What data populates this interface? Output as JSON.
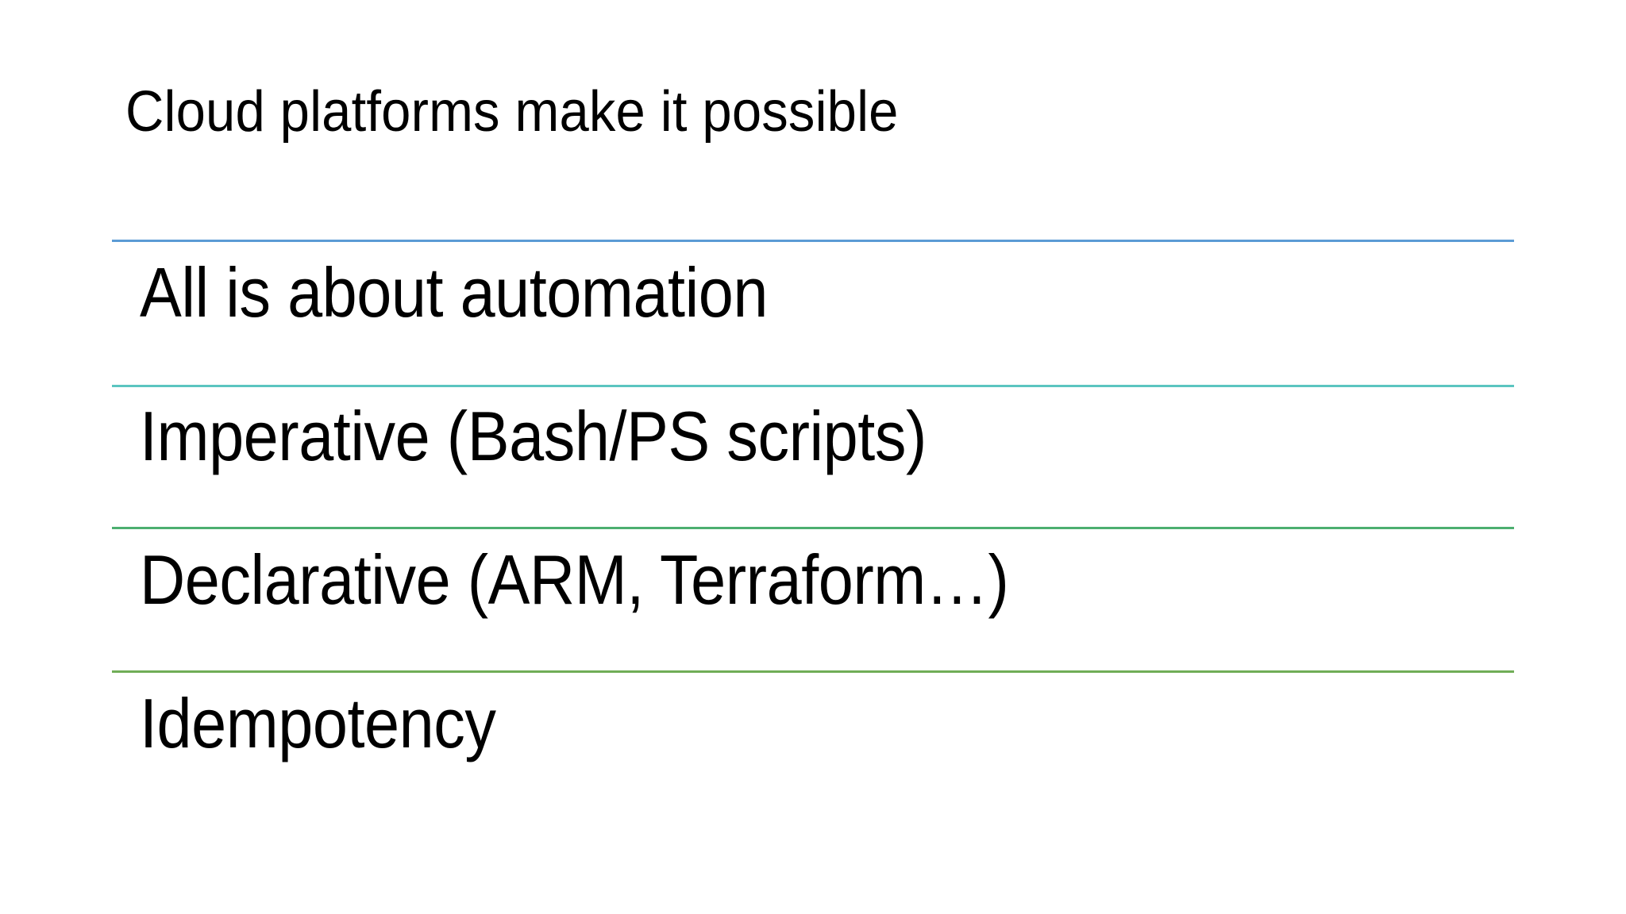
{
  "slide": {
    "background_color": "#FFFFFF",
    "title": "Cloud platforms make it possible",
    "body_items": [
      {
        "label": "All is about automation"
      },
      {
        "label": "Imperative (Bash/PS scripts)"
      },
      {
        "label": "Declarative (ARM, Terraform…)"
      },
      {
        "label": "Idempotency"
      }
    ],
    "dividers": [
      {
        "name": "divider-blue",
        "color": "#5B9BD5"
      },
      {
        "name": "divider-teal",
        "color": "#5BC5C0"
      },
      {
        "name": "divider-green",
        "color": "#4CAF70"
      },
      {
        "name": "divider-olive",
        "color": "#70AD57"
      }
    ],
    "text_color": "#000000"
  }
}
